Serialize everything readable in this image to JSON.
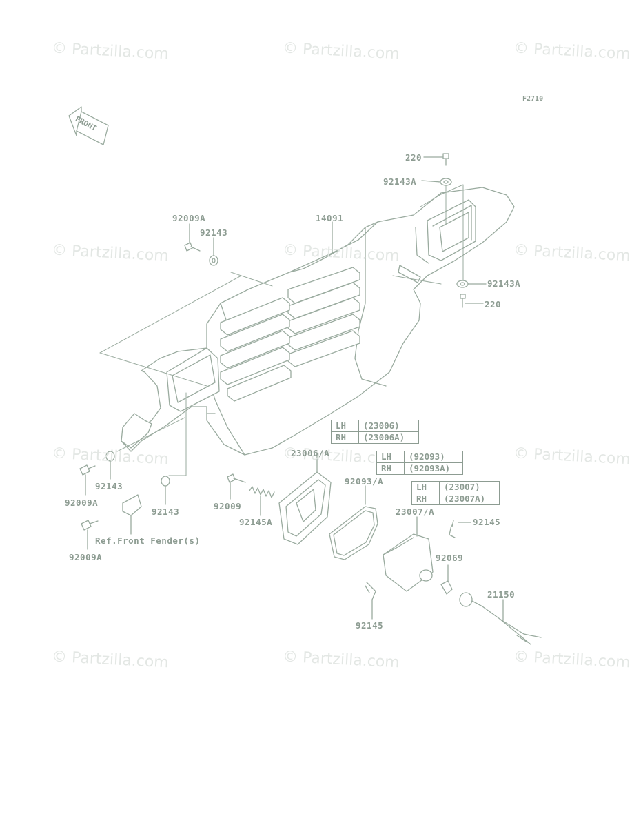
{
  "watermark": "© Partzilla.com",
  "figure_code": "F2710",
  "front_arrow": "FRONT",
  "labels": {
    "p220_top": "220",
    "p92143A_top": "92143A",
    "p92009A_upper": "92009A",
    "p92143_upper": "92143",
    "p14091": "14091",
    "p92143A_right": "92143A",
    "p220_right": "220",
    "p23006": "23006/A",
    "p92093": "92093/A",
    "p23007": "23007/A",
    "p92143_left": "92143",
    "p92009A_left": "92009A",
    "p92143_mid": "92143",
    "p92009": "92009",
    "p92145A": "92145A",
    "p92009A_bottom": "92009A",
    "ref_fender": "Ref.Front Fender(s)",
    "p92145_right": "92145",
    "p92069": "92069",
    "p21150": "21150",
    "p92145_bottom": "92145"
  },
  "tables": {
    "t23006": {
      "lh": "LH",
      "lh_val": "(23006)",
      "rh": "RH",
      "rh_val": "(23006A)"
    },
    "t92093": {
      "lh": "LH",
      "lh_val": "(92093)",
      "rh": "RH",
      "rh_val": "(92093A)"
    },
    "t23007": {
      "lh": "LH",
      "lh_val": "(23007)",
      "rh": "RH",
      "rh_val": "(23007A)"
    }
  },
  "colors": {
    "line": "#9aab9f",
    "text": "#8d9c92",
    "watermark": "#e3e7e4",
    "background": "#ffffff"
  }
}
